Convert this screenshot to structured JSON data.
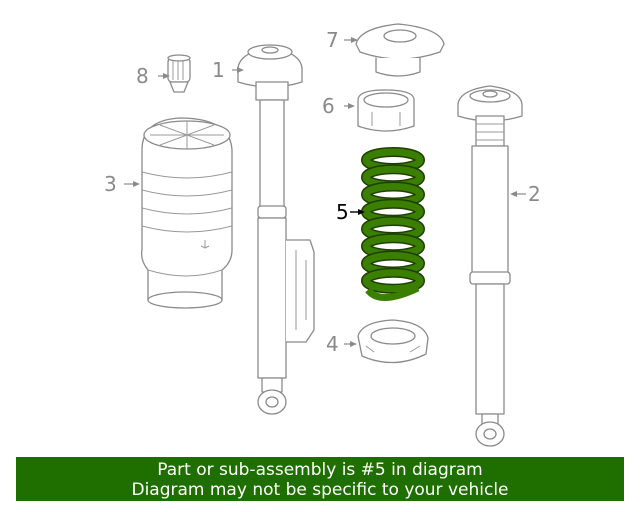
{
  "callouts": {
    "c1": "1",
    "c2": "2",
    "c3": "3",
    "c4": "4",
    "c5": "5",
    "c6": "6",
    "c7": "7",
    "c8": "8"
  },
  "highlight_part": "5",
  "highlight_color": "#3a7f00",
  "banner": {
    "line1": "Part or sub-assembly is #5 in diagram",
    "line2": "Diagram may not be specific to your vehicle",
    "background": "#1e6f00"
  }
}
